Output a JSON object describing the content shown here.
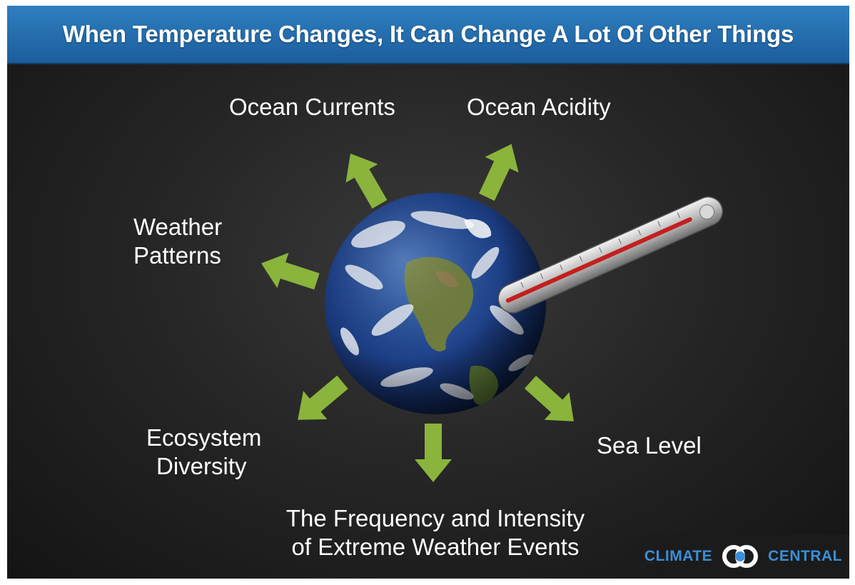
{
  "title": "When Temperature Changes, It Can Change A Lot Of Other Things",
  "center_icon": "earth-globe-with-thermometer",
  "effects": {
    "ocean_currents": "Ocean Currents",
    "ocean_acidity": "Ocean Acidity",
    "weather_patterns_line1": "Weather",
    "weather_patterns_line2": "Patterns",
    "ecosystem_line1": "Ecosystem",
    "ecosystem_line2": "Diversity",
    "extreme_line1": "The Frequency and Intensity",
    "extreme_line2": "of Extreme Weather Events",
    "sea_level": "Sea Level"
  },
  "logo": {
    "left_word": "CLIMATE",
    "right_word": "CENTRAL",
    "icon": "climate-central-rings-icon"
  },
  "colors": {
    "header": "#2a74b5",
    "arrow": "#8ab43c",
    "background": "#1f1f1f",
    "text": "#ffffff",
    "logo": "#3a8fd8"
  }
}
